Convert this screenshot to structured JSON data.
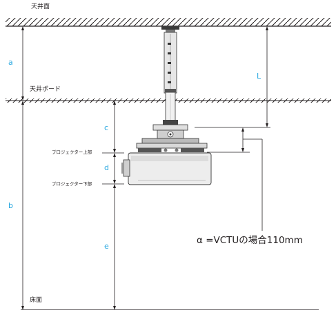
{
  "labels": {
    "ceiling_surface": "天井面",
    "ceiling_board": "天井ボード",
    "floor_surface": "床面",
    "projector_top": "プロジェクター上部",
    "projector_bottom": "プロジェクター下部",
    "alpha_note": "α =VCTUの場合110mm"
  },
  "dimensions": {
    "a": "a",
    "b": "b",
    "c": "c",
    "d": "d",
    "e": "e",
    "L": "L"
  },
  "colors": {
    "dimension_letters": "#29a8e0",
    "lines": "#231f20",
    "hatch": "#231f20"
  }
}
